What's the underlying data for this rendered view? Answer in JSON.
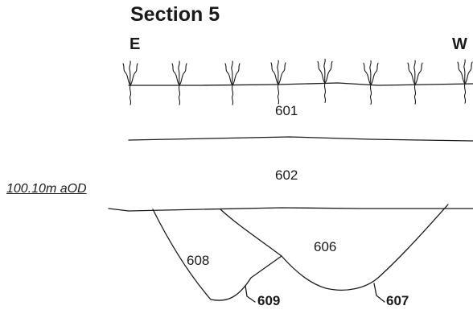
{
  "title": "Section 5",
  "orientation": {
    "left": "E",
    "right": "W"
  },
  "level_label": "100.10m aOD",
  "contexts": [
    "601",
    "602",
    "608",
    "606"
  ],
  "cuts": [
    "609",
    "607"
  ],
  "colors": {
    "ink": "#1a1a1a",
    "background": "#ffffff"
  },
  "surface_symbol": "turf-grass-icon"
}
